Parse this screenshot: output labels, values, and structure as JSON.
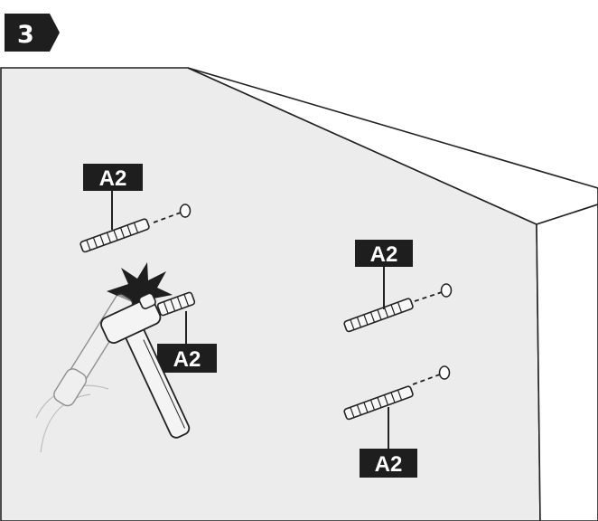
{
  "step": {
    "number": "3"
  },
  "labels": {
    "anchor_top_left": "A2",
    "anchor_hammered": "A2",
    "anchor_right_upper": "A2",
    "anchor_right_lower": "A2"
  },
  "colors": {
    "wall_face": "#ececec",
    "wall_edge": "#ffffff",
    "ink": "#1e1e1e",
    "label_bg": "#1e1e1e",
    "label_text": "#ffffff"
  },
  "icons": [
    "step-badge",
    "wall-panel",
    "wall-plug-anchor",
    "drill-hole",
    "hammer",
    "impact-burst"
  ]
}
